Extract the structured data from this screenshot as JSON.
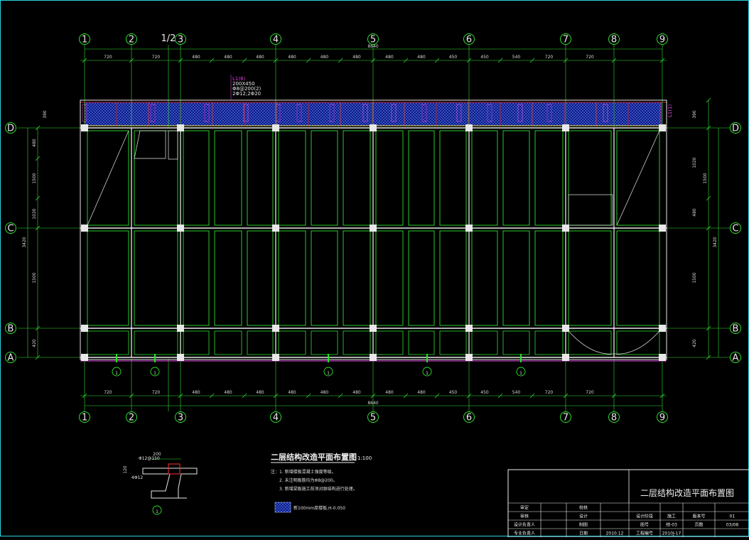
{
  "axes": {
    "columns": [
      "1",
      "2",
      "1/2",
      "3",
      "4",
      "5",
      "6",
      "7",
      "8",
      "9"
    ],
    "rows": [
      "D",
      "C",
      "B",
      "A"
    ]
  },
  "dims": {
    "top": [
      "720",
      "720",
      "480",
      "480",
      "480",
      "480",
      "480",
      "480",
      "480",
      "480",
      "450",
      "450",
      "540",
      "720",
      "720"
    ],
    "bottom": [
      "720",
      "720",
      "480",
      "480",
      "480",
      "480",
      "480",
      "480",
      "480",
      "480",
      "450",
      "450",
      "540",
      "720",
      "720"
    ],
    "total": "8640",
    "left_outer": "3420",
    "left_inner": [
      "480",
      "1500",
      "1020",
      "1500",
      "420"
    ],
    "right_outer": "3420",
    "right_inner": [
      "390",
      "1020",
      "1500",
      "480",
      "1500",
      "420"
    ],
    "strip_height": "390"
  },
  "beam_note": {
    "mark": "L1(6)",
    "size": "200X450",
    "stirrup": "Φ8@200(2)",
    "bars": "2Φ12;2Φ20"
  },
  "beam_tags": [
    "L1(1)"
  ],
  "section_marker": "1",
  "section": {
    "width": "200",
    "height": "120",
    "bar": "4Φ12",
    "stirrup": "Φ12@150"
  },
  "drawing": {
    "title": "二层结构改造平面布置图",
    "scale": "1:100",
    "notes": [
      "注：1. 新增楼板混凝土强度等级。",
      "2. 未注明板筋均为Φ8@200。",
      "3. 新增梁板施工前须对原结构进行处理。"
    ],
    "legend": "新100mm厚楼板,H-0.050"
  },
  "title_block": {
    "title": "二层结构改造平面布置图",
    "rows": [
      [
        "审定",
        "",
        "校核",
        "",
        "",
        "",
        "",
        ""
      ],
      [
        "审核",
        "",
        "设计",
        "",
        "设计阶段",
        "施工",
        "版本号",
        "01"
      ],
      [
        "设计负责人",
        "",
        "制图",
        "",
        "图号",
        "结-03",
        "页数",
        "03/08"
      ],
      [
        "专业负责人",
        "",
        "日期",
        "2010.12",
        "工程编号",
        "2010J-17",
        "",
        ""
      ]
    ]
  }
}
